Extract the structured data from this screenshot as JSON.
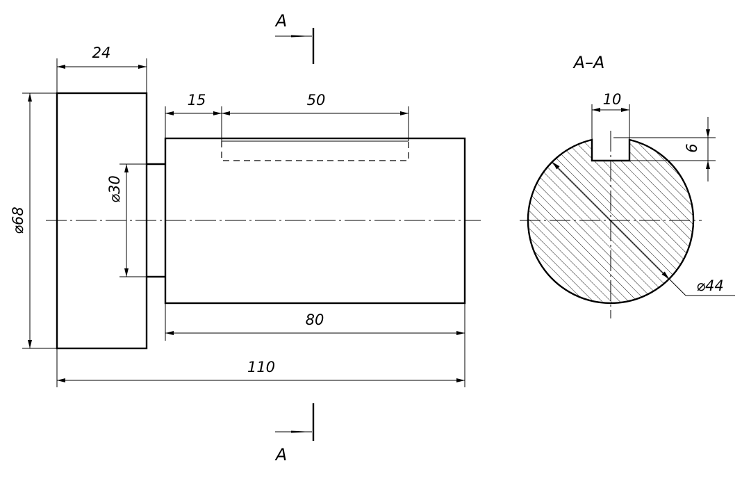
{
  "section_marks": {
    "top_letter": "A",
    "bottom_letter": "A"
  },
  "section_view_title": "A–A",
  "dimensions": {
    "flange_length": "24",
    "flange_diameter": "⌀68",
    "neck_diameter": "⌀30",
    "keyway_offset": "15",
    "keyway_length": "50",
    "shaft_length": "80",
    "overall_length": "110",
    "key_width": "10",
    "key_depth": "6",
    "section_diameter": "⌀44"
  }
}
